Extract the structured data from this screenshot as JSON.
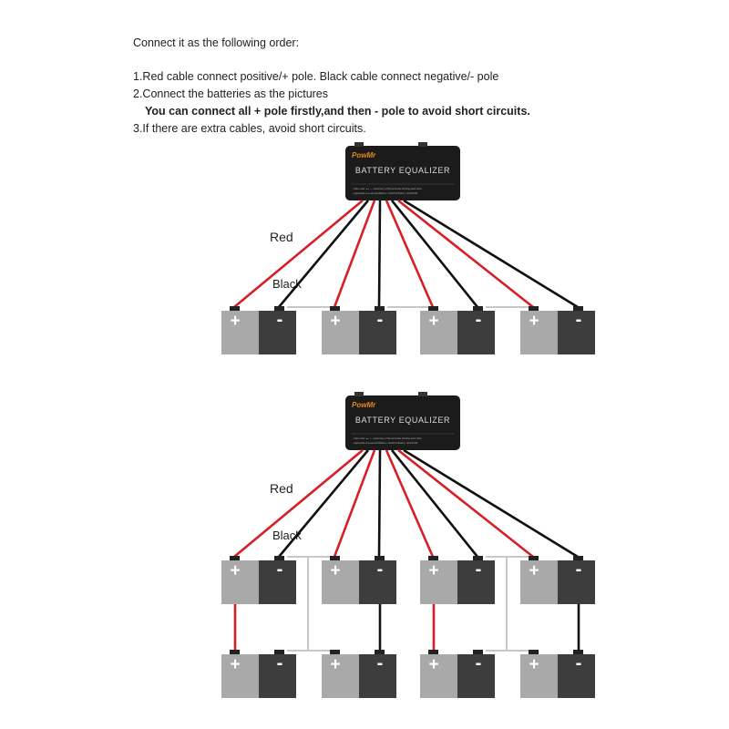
{
  "instructions": {
    "heading": "Connect it as the following order:",
    "step1": "1.Red cable connect positive/+ pole. Black cable connect negative/- pole",
    "step2": "2.Connect the batteries as the pictures",
    "step2_note": "You can connect all + pole firstly,and then - pole to avoid short circuits.",
    "step3": "3.If there are extra cables, avoid short circuits."
  },
  "device": {
    "brand": "PowMr",
    "name": "BATTERY EQUALIZER",
    "fine_print_1": "• Wire color: ●+ ○-  • Avoid any of the terminals shorting each other",
    "fine_print_2": "• Applicable to Lead-acid Battery, LiFePO4 Battery, NCA/NCM"
  },
  "labels": {
    "red": "Red",
    "black": "Black",
    "plus": "+",
    "minus": "-"
  },
  "colors": {
    "red_wire": "#d61f26",
    "black_wire": "#111111",
    "link_wire": "#c8c8c8",
    "battery_light": "#a9a9a9",
    "battery_dark": "#3d3d3d",
    "device_body": "#1b1b1b",
    "brand_orange": "#e8891c"
  }
}
